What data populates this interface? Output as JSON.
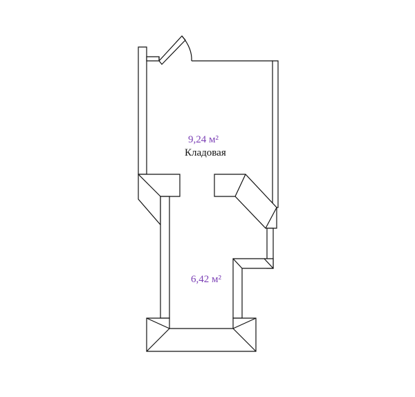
{
  "rooms": [
    {
      "area": "9,24 м²",
      "name": "Кладовая"
    },
    {
      "area": "6,42 м²",
      "name": ""
    }
  ],
  "colors": {
    "area_text": "#7b3fb5",
    "walls": "#111111",
    "background": "#ffffff"
  }
}
